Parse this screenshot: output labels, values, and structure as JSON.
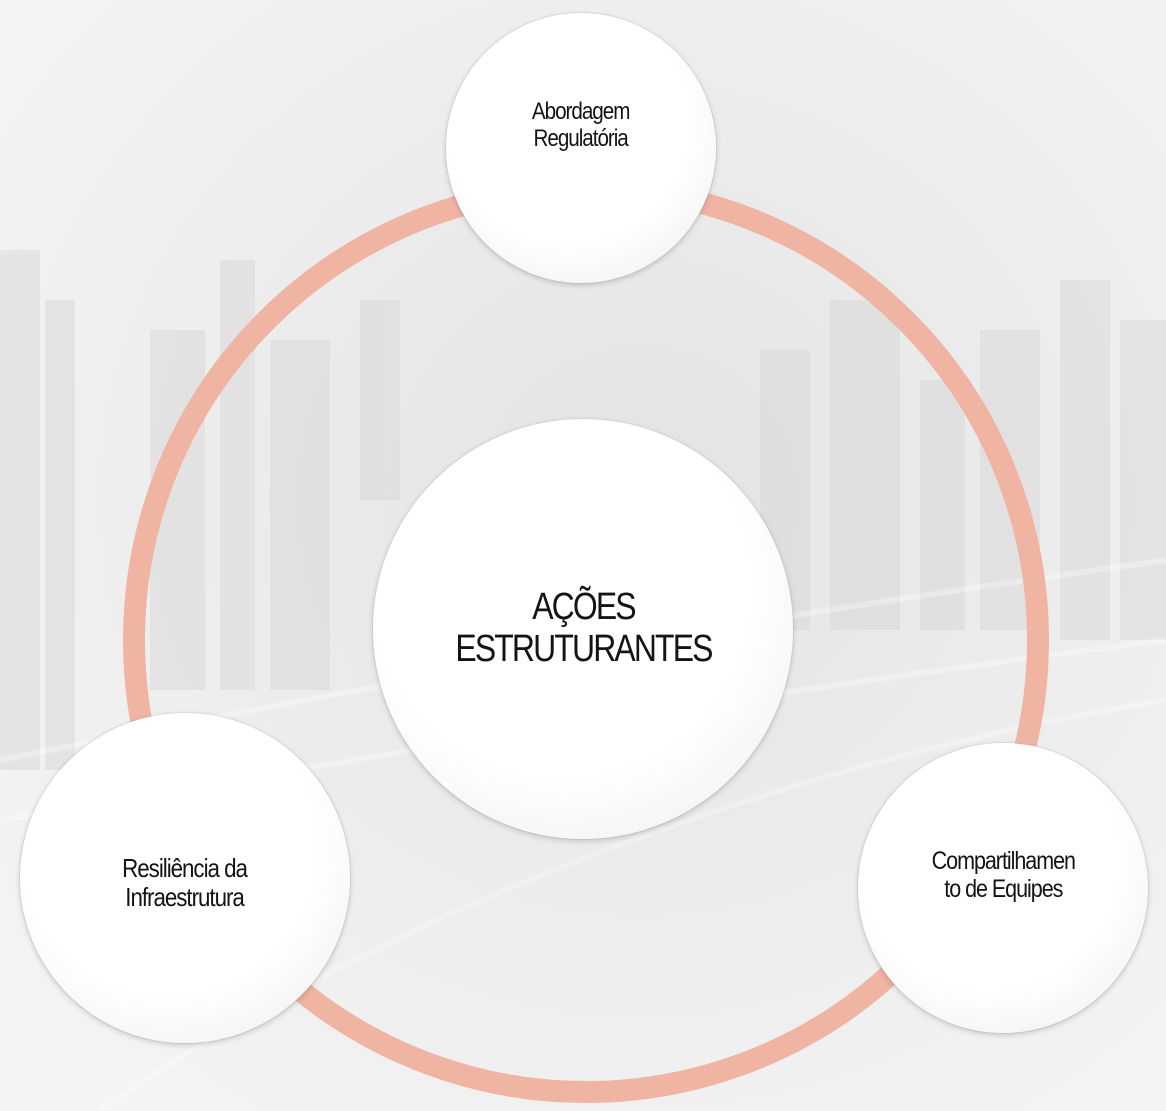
{
  "diagram": {
    "center": {
      "label_line1": "AÇÕES",
      "label_line2": "ESTRUTURANTES"
    },
    "nodes": [
      {
        "id": "top",
        "label_line1": "Abordagem",
        "label_line2": "Regulatória"
      },
      {
        "id": "left",
        "label_line1": "Resiliência da",
        "label_line2": "Infraestrutura"
      },
      {
        "id": "right",
        "label_line1": "Compartilhamen",
        "label_line2": "to de Equipes"
      }
    ]
  },
  "colors": {
    "ring": "#f0b4a3",
    "ring_shadow": "#d99e8c",
    "text": "#141414",
    "background": "#f1f1f1"
  }
}
